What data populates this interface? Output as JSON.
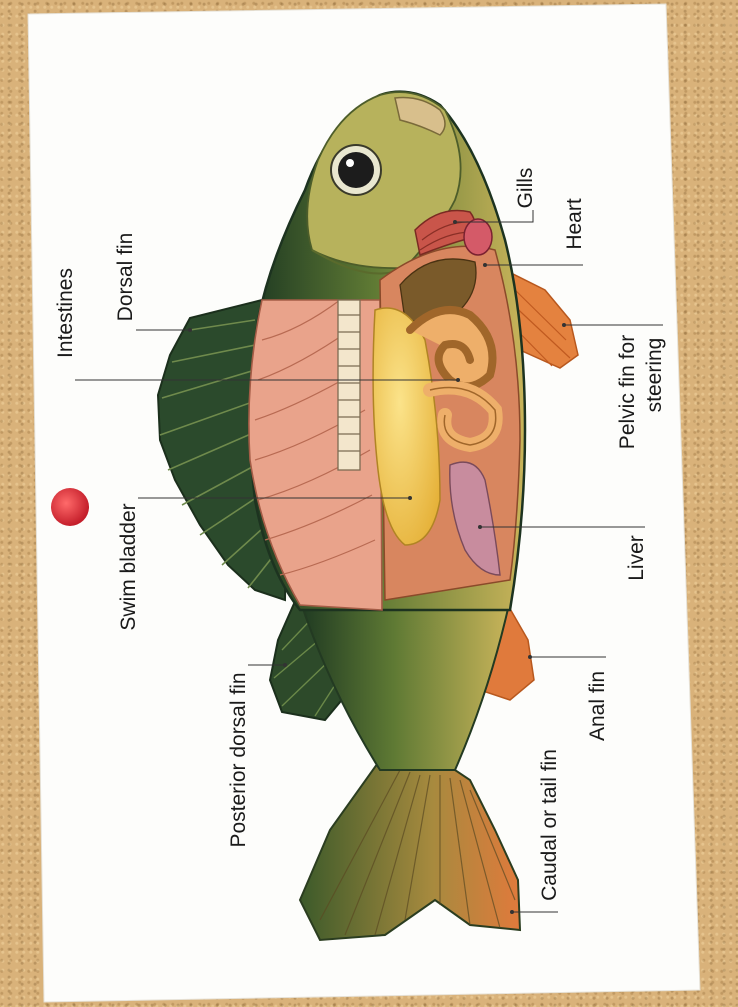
{
  "colors": {
    "board": "#d9b27a",
    "paper": "#fdfdfb",
    "pin": "#e5303a",
    "fish_back": "#2f4a2a",
    "fish_side": "#8a9a3c",
    "muscle": "#e8a58c",
    "swim_bladder": "#f2c94a",
    "fin_orange": "#e0773f"
  },
  "labels": {
    "dorsal_fin": "Dorsal fin",
    "intestines": "Intestines",
    "swim_bladder": "Swim bladder",
    "posterior_dorsal_fin": "Posterior dorsal fin",
    "gills": "Gills",
    "heart": "Heart",
    "pelvic_fin_line1": "Pelvic fin for",
    "pelvic_fin_line2": "steering",
    "liver": "Liver",
    "anal_fin": "Anal fin",
    "caudal_fin": "Caudal or tail fin"
  }
}
